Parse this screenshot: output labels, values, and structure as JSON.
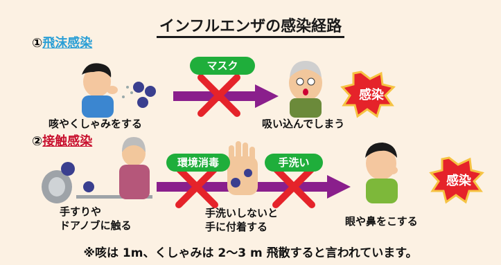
{
  "title": "インフルエンザの感染経路",
  "routes": [
    {
      "number": "①",
      "name": "飛沫感染",
      "name_color": "#2a9fd6",
      "barrier": "マスク",
      "source_caption": "咳やくしゃみをする",
      "target_caption": "吸い込んでしまう",
      "infection_label": "感染"
    },
    {
      "number": "②",
      "name": "接触感染",
      "name_color": "#c8102e",
      "barriers": [
        "環境消毒",
        "手洗い"
      ],
      "source_caption_lines": [
        "手すりや",
        "ドアノブに触る"
      ],
      "middle_caption_lines": [
        "手洗いしないと",
        "手に付着する"
      ],
      "target_caption": "眼や鼻をこする",
      "infection_label": "感染"
    }
  ],
  "footnote": "※咳は 1m、くしゃみは 2～3 m 飛散すると言われています。",
  "colors": {
    "background": "#fcf1e3",
    "arrow": "#8a1f8c",
    "cross": "#e5232a",
    "pill": "#1fae3b",
    "burst": "#e5232a"
  }
}
